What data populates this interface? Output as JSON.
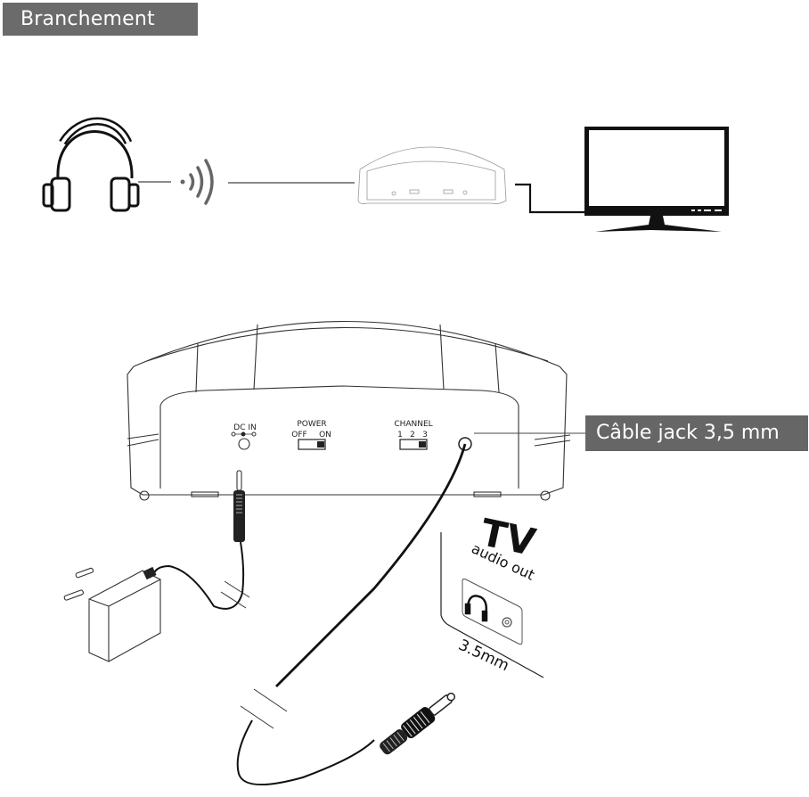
{
  "header": {
    "title": "Branchement"
  },
  "callout": {
    "label": "Câble jack 3,5 mm"
  },
  "base_panel": {
    "dc_in": "DC IN",
    "power": {
      "label": "POWER",
      "off": "OFF",
      "on": "ON",
      "state": "ON"
    },
    "channel": {
      "label": "CHANNEL",
      "options": [
        "1",
        "2",
        "3"
      ],
      "selected": "3"
    }
  },
  "tv_panel": {
    "title": "TV",
    "subtitle": "audio out",
    "jack_size": "3.5mm"
  },
  "colors": {
    "tag_bg": "#6b6b6b",
    "line": "#111111",
    "gray_signal": "#666666"
  },
  "overview": {
    "items": [
      "headphones",
      "wireless-signal",
      "transmitter-base",
      "tv"
    ]
  }
}
